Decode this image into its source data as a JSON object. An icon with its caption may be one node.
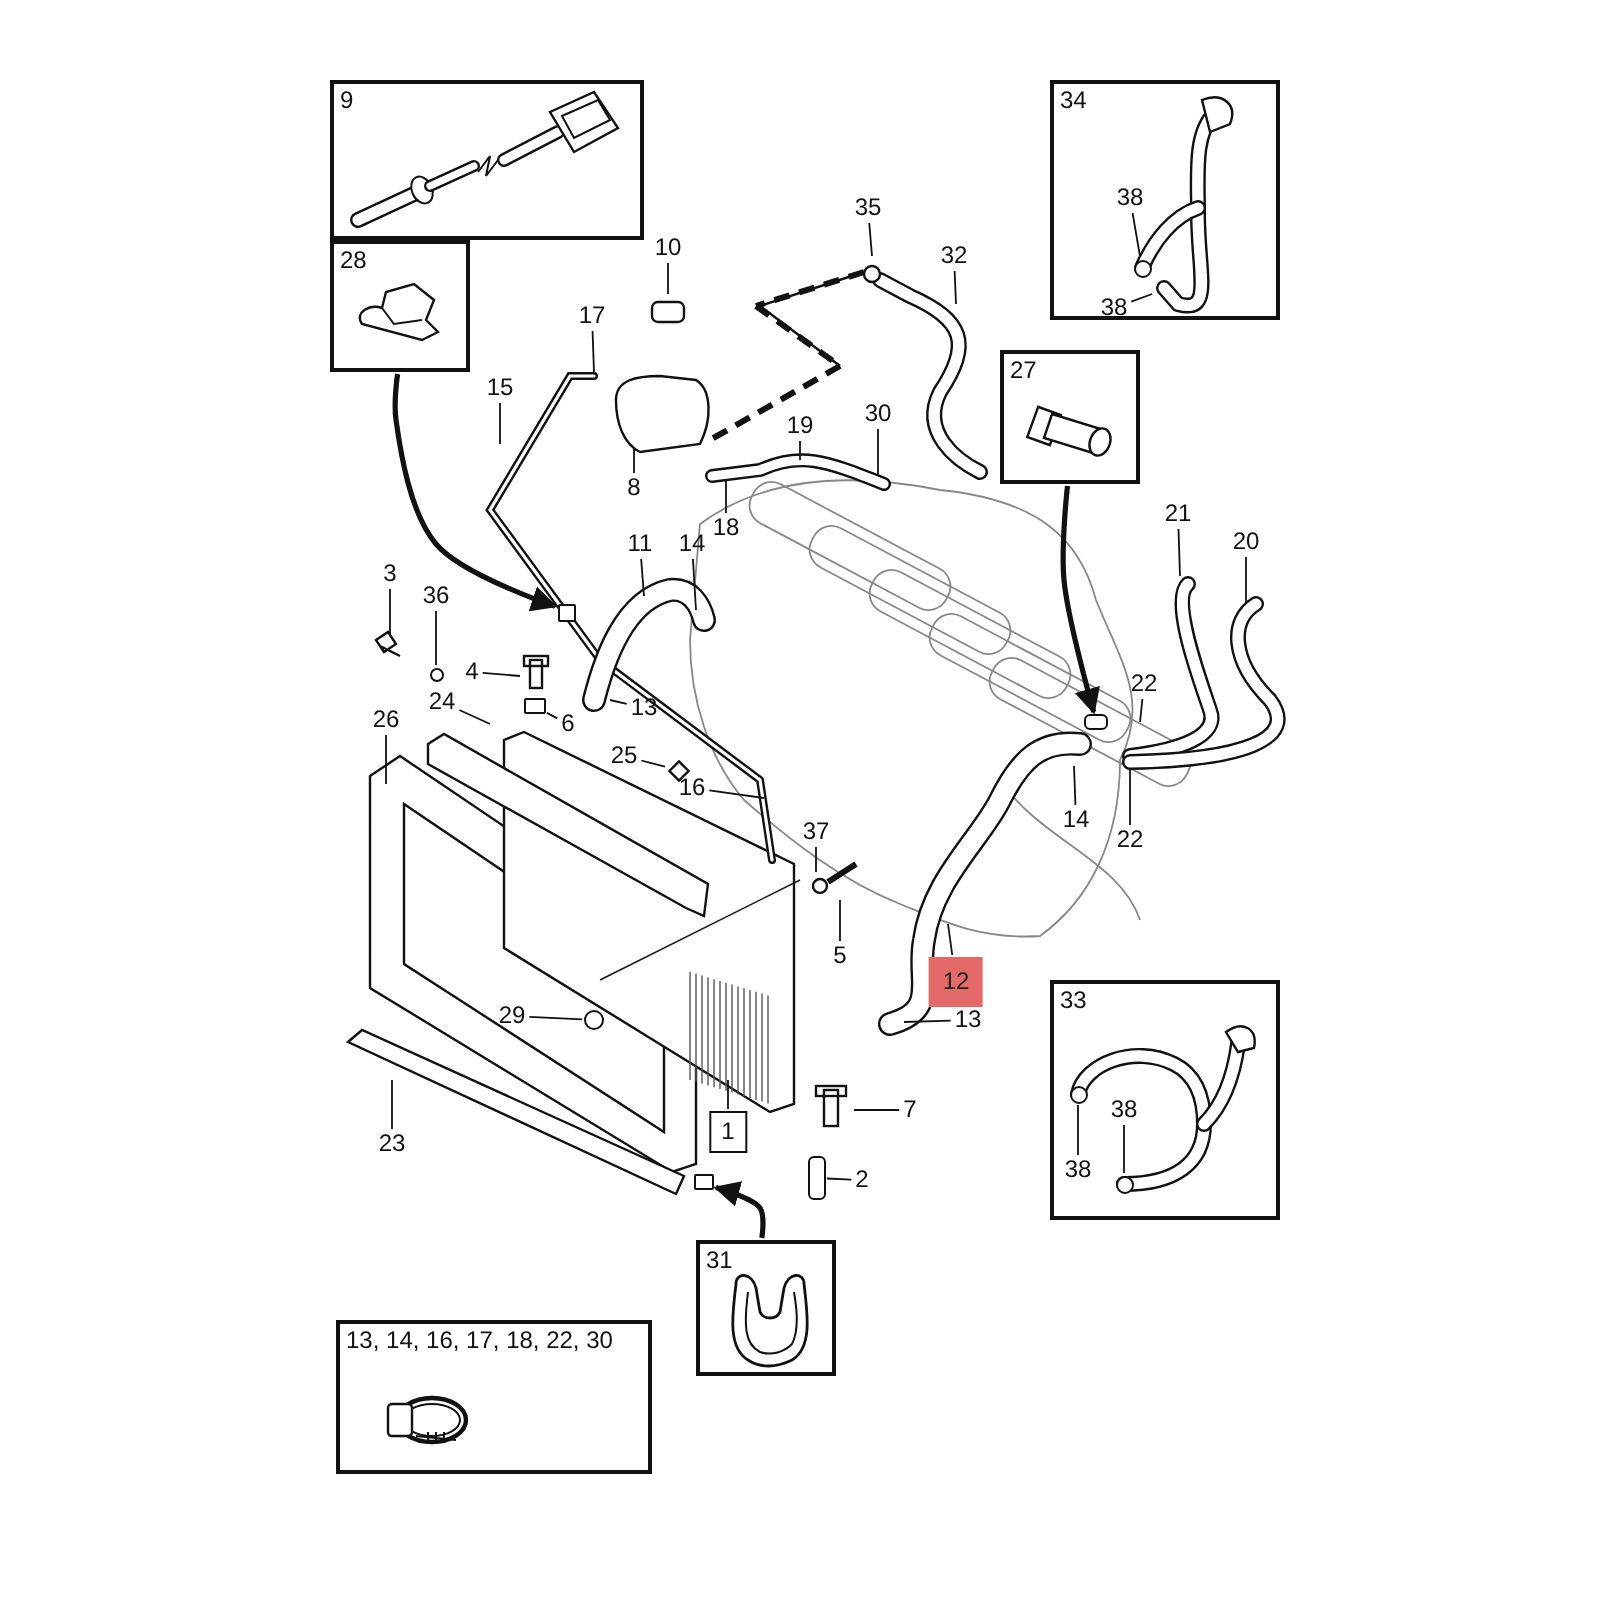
{
  "diagram": {
    "nodes": [
      {
        "text": [
          "9"
        ]
      },
      {
        "text": [
          "28"
        ]
      },
      {
        "text": [
          "35"
        ]
      },
      {
        "text": [
          "10"
        ]
      },
      {
        "text": [
          "32"
        ]
      },
      {
        "text": [
          "34"
        ]
      },
      {
        "text": [
          "38"
        ],
        "in": 5
      },
      {
        "text": [
          "38"
        ],
        "in": 5
      },
      {
        "text": [
          "17"
        ]
      },
      {
        "text": [
          "15"
        ]
      },
      {
        "text": [
          "19"
        ]
      },
      {
        "text": [
          "30"
        ]
      },
      {
        "text": [
          "27"
        ]
      },
      {
        "text": [
          "8"
        ]
      },
      {
        "text": [
          "18"
        ]
      },
      {
        "text": [
          "11"
        ]
      },
      {
        "text": [
          "14"
        ]
      },
      {
        "text": [
          "21"
        ]
      },
      {
        "text": [
          "20"
        ]
      },
      {
        "text": [
          "3"
        ]
      },
      {
        "text": [
          "36"
        ]
      },
      {
        "text": [
          "4"
        ]
      },
      {
        "text": [
          "24"
        ]
      },
      {
        "text": [
          "26"
        ]
      },
      {
        "text": [
          "6"
        ]
      },
      {
        "text": [
          "13"
        ]
      },
      {
        "text": [
          "22"
        ]
      },
      {
        "text": [
          "25"
        ]
      },
      {
        "text": [
          "14"
        ]
      },
      {
        "text": [
          "22"
        ]
      },
      {
        "text": [
          "16"
        ]
      },
      {
        "text": [
          "37"
        ]
      },
      {
        "text": [
          "5"
        ]
      },
      {
        "text": [
          "12"
        ]
      },
      {
        "text": [
          "29"
        ]
      },
      {
        "text": [
          "13"
        ]
      },
      {
        "text": [
          "33"
        ]
      },
      {
        "text": [
          "38"
        ],
        "in": 36
      },
      {
        "text": [
          "38"
        ],
        "in": 36
      },
      {
        "text": [
          "1"
        ]
      },
      {
        "text": [
          "7"
        ]
      },
      {
        "text": [
          "23"
        ]
      },
      {
        "text": [
          "2"
        ]
      },
      {
        "text": [
          "31"
        ]
      },
      {
        "text": [
          "13, 14, 16, 17, 18, 22, 30"
        ]
      },
      {
        "text": [],
        "shape": "circle",
        "in": 5
      },
      {
        "text": [],
        "shape": "circle"
      },
      {
        "text": [],
        "shape": "box"
      },
      {
        "text": [],
        "shape": "diamond"
      },
      {
        "text": [],
        "shape": "circle"
      },
      {
        "text": [],
        "shape": "circle",
        "in": 36
      },
      {
        "text": [],
        "shape": "circle",
        "in": 36
      },
      {
        "text": [],
        "shape": "cylinder"
      },
      {
        "text": [],
        "shape": "box"
      },
      {
        "text": [],
        "shape": "cylinder"
      },
      {
        "text": [],
        "shape": "box"
      }
    ],
    "edges": [
      {
        "from": 2,
        "to": null,
        "arrow": "none"
      },
      {
        "from": 3,
        "to": null,
        "arrow": "none"
      },
      {
        "from": 4,
        "to": null,
        "arrow": "none"
      },
      {
        "from": 6,
        "to": 45,
        "arrow": "none"
      },
      {
        "from": 7,
        "to": null,
        "arrow": "none"
      },
      {
        "from": 8,
        "to": null,
        "arrow": "none"
      },
      {
        "from": 9,
        "to": null,
        "arrow": "none"
      },
      {
        "from": 10,
        "to": null,
        "arrow": "none"
      },
      {
        "from": 11,
        "to": null,
        "arrow": "none"
      },
      {
        "from": 13,
        "to": null,
        "arrow": "none"
      },
      {
        "from": 14,
        "to": null,
        "arrow": "none"
      },
      {
        "from": 15,
        "to": null,
        "arrow": "none"
      },
      {
        "from": 16,
        "to": null,
        "arrow": "none"
      },
      {
        "from": 17,
        "to": null,
        "arrow": "none"
      },
      {
        "from": 18,
        "to": null,
        "arrow": "none"
      },
      {
        "from": 19,
        "to": null,
        "arrow": "none"
      },
      {
        "from": 20,
        "to": 46,
        "arrow": "none"
      },
      {
        "from": 21,
        "to": null,
        "arrow": "none"
      },
      {
        "from": 22,
        "to": null,
        "arrow": "none"
      },
      {
        "from": 23,
        "to": null,
        "arrow": "none"
      },
      {
        "from": 24,
        "to": 47,
        "arrow": "none"
      },
      {
        "from": 25,
        "to": null,
        "arrow": "none"
      },
      {
        "from": 26,
        "to": null,
        "arrow": "none"
      },
      {
        "from": 27,
        "to": 48,
        "arrow": "none"
      },
      {
        "from": 28,
        "to": null,
        "arrow": "none"
      },
      {
        "from": 29,
        "to": null,
        "arrow": "none"
      },
      {
        "from": 30,
        "to": null,
        "arrow": "none"
      },
      {
        "from": 31,
        "to": null,
        "arrow": "none"
      },
      {
        "from": 32,
        "to": null,
        "arrow": "none"
      },
      {
        "from": 33,
        "to": null,
        "arrow": "none"
      },
      {
        "from": 34,
        "to": 49,
        "arrow": "none"
      },
      {
        "from": 35,
        "to": null,
        "arrow": "none"
      },
      {
        "from": 37,
        "to": 50,
        "arrow": "none"
      },
      {
        "from": 38,
        "to": 51,
        "arrow": "none"
      },
      {
        "from": 39,
        "to": null,
        "arrow": "none"
      },
      {
        "from": 40,
        "to": null,
        "arrow": "none"
      },
      {
        "from": 41,
        "to": null,
        "arrow": "none"
      },
      {
        "from": 42,
        "to": 52,
        "arrow": "none"
      },
      {
        "from": 1,
        "to": 53,
        "arrow": "to",
        "style": "thick"
      },
      {
        "from": 12,
        "to": 54,
        "arrow": "to",
        "style": "thick"
      },
      {
        "from": 43,
        "to": 55,
        "arrow": "to",
        "style": "thick"
      }
    ]
  }
}
